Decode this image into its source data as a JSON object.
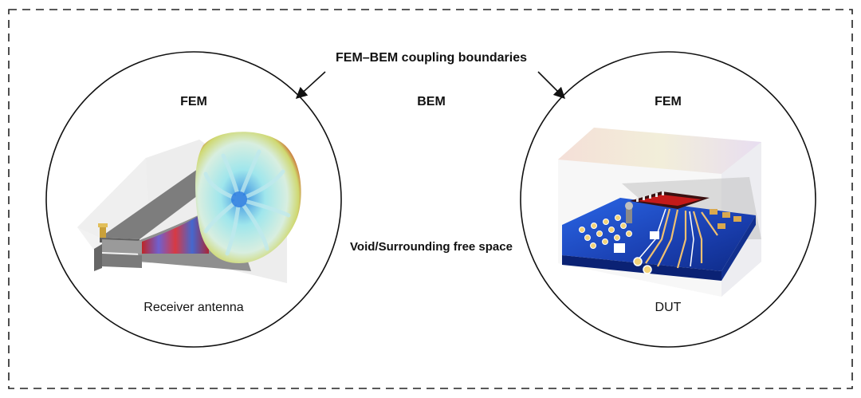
{
  "diagram": {
    "title": "FEM–BEM coupling boundaries",
    "outer_region_label": "BEM",
    "void_label": "Void/Surrounding free space",
    "left_domain": {
      "label": "FEM",
      "caption": "Receiver antenna"
    },
    "right_domain": {
      "label": "FEM",
      "caption": "DUT"
    }
  },
  "colors": {
    "border": "#222222",
    "text": "#111111",
    "pcb_blue": "#1a4fd0",
    "pad_gold": "#d9a84e",
    "field_red": "#c41a1a",
    "field_cyan": "#7fd6e0"
  }
}
